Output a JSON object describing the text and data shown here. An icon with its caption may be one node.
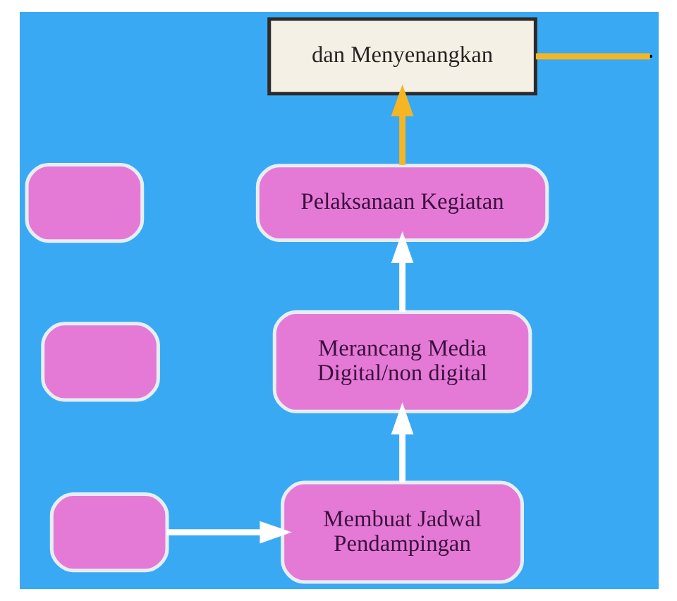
{
  "diagram": {
    "nodes": [
      {
        "text": [],
        "shape": "box"
      },
      {
        "text": [
          "dan Menyenangkan"
        ]
      },
      {
        "text": [
          "Pelaksanaan Kegiatan"
        ]
      },
      {
        "text": [],
        "shape": "box"
      },
      {
        "text": [
          "Merancang Media Digital/non digital"
        ]
      },
      {
        "text": [],
        "shape": "box"
      },
      {
        "text": [
          "Membuat Jadwal Pendampingan"
        ]
      }
    ],
    "edges": [
      {
        "from": 2,
        "to": 1,
        "arrow": "to",
        "color": "#f6b623"
      },
      {
        "from": 1,
        "to": null,
        "arrow": "none",
        "color": "#f6b623"
      },
      {
        "from": 5,
        "to": 6,
        "arrow": "to"
      },
      {
        "from": 6,
        "to": 4,
        "arrow": "to"
      },
      {
        "from": 4,
        "to": 2,
        "arrow": "to"
      }
    ]
  }
}
